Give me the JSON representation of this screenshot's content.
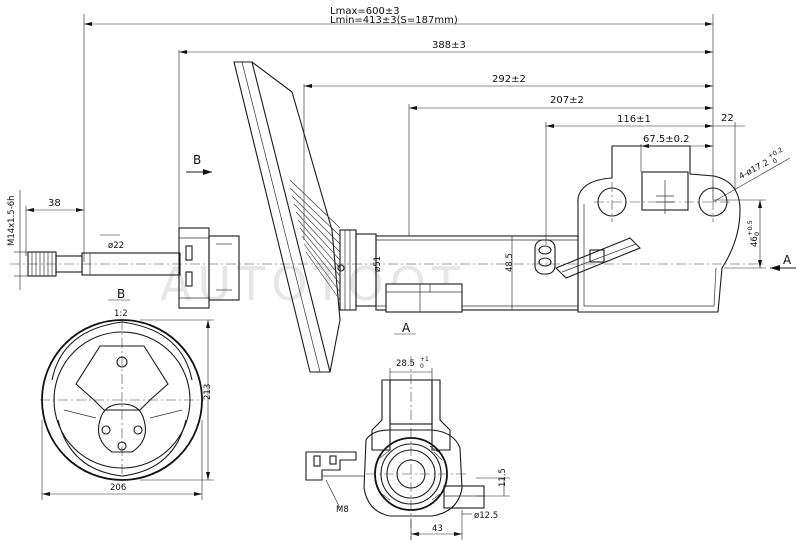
{
  "drawing": {
    "dimensions": {
      "lmax": "Lmax=600±3",
      "lmin": "Lmin=413±3(S=187mm)",
      "d388": "388±3",
      "d292": "292±2",
      "d207": "207±2",
      "d116": "116±1",
      "d22": "22",
      "d675": "67.5±0.2",
      "hole": "4-ø17.2",
      "hole_tol_upper": "+0.2",
      "hole_tol_lower": "0",
      "d46": "46",
      "d46_tol_upper": "+0.5",
      "d46_tol_lower": "0",
      "thread": "M14x1.5-6h",
      "d38": "38",
      "dia22": "ø22",
      "dia51": "ø51",
      "d485": "48.5",
      "d12": "1:2",
      "d213": "213",
      "d206": "206",
      "d285": "28.5",
      "d285_tol_upper": "+1",
      "d285_tol_lower": "0",
      "d115": "11.5",
      "dia125": "ø12.5",
      "d43": "43",
      "m8": "M8"
    },
    "view_labels": {
      "arrow_b_top": "B",
      "arrow_a_right": "A",
      "view_b": "B",
      "view_a": "A"
    },
    "watermark": "AUTOTOOT"
  }
}
